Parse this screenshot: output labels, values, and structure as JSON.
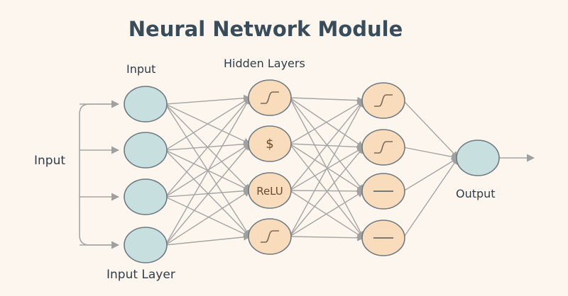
{
  "title": "Neural Network Module",
  "labels": {
    "input_top": "Input",
    "hidden_layers": "Hidden Layers",
    "input_left": "Input",
    "output": "Output",
    "input_layer": "Input Layer"
  },
  "layers": [
    {
      "id": "input",
      "nodes": [
        {
          "glyph": "none"
        },
        {
          "glyph": "none"
        },
        {
          "glyph": "none"
        },
        {
          "glyph": "none"
        }
      ]
    },
    {
      "id": "hidden-1",
      "nodes": [
        {
          "glyph": "sigmoid"
        },
        {
          "glyph": "text",
          "text": "$"
        },
        {
          "glyph": "text",
          "text": "ReLU"
        },
        {
          "glyph": "sigmoid"
        }
      ]
    },
    {
      "id": "hidden-2",
      "nodes": [
        {
          "glyph": "sigmoid"
        },
        {
          "glyph": "sigmoid"
        },
        {
          "glyph": "dash"
        },
        {
          "glyph": "dash"
        }
      ]
    },
    {
      "id": "output",
      "nodes": [
        {
          "glyph": "none"
        }
      ]
    }
  ],
  "colors": {
    "input_node": "#c8dfe0",
    "hidden_node": "#f8dcbc",
    "output_node": "#c8dfe0",
    "node_stroke": "#6e7a80",
    "edge": "#a5a5a5",
    "background": "#fdf6ee"
  }
}
